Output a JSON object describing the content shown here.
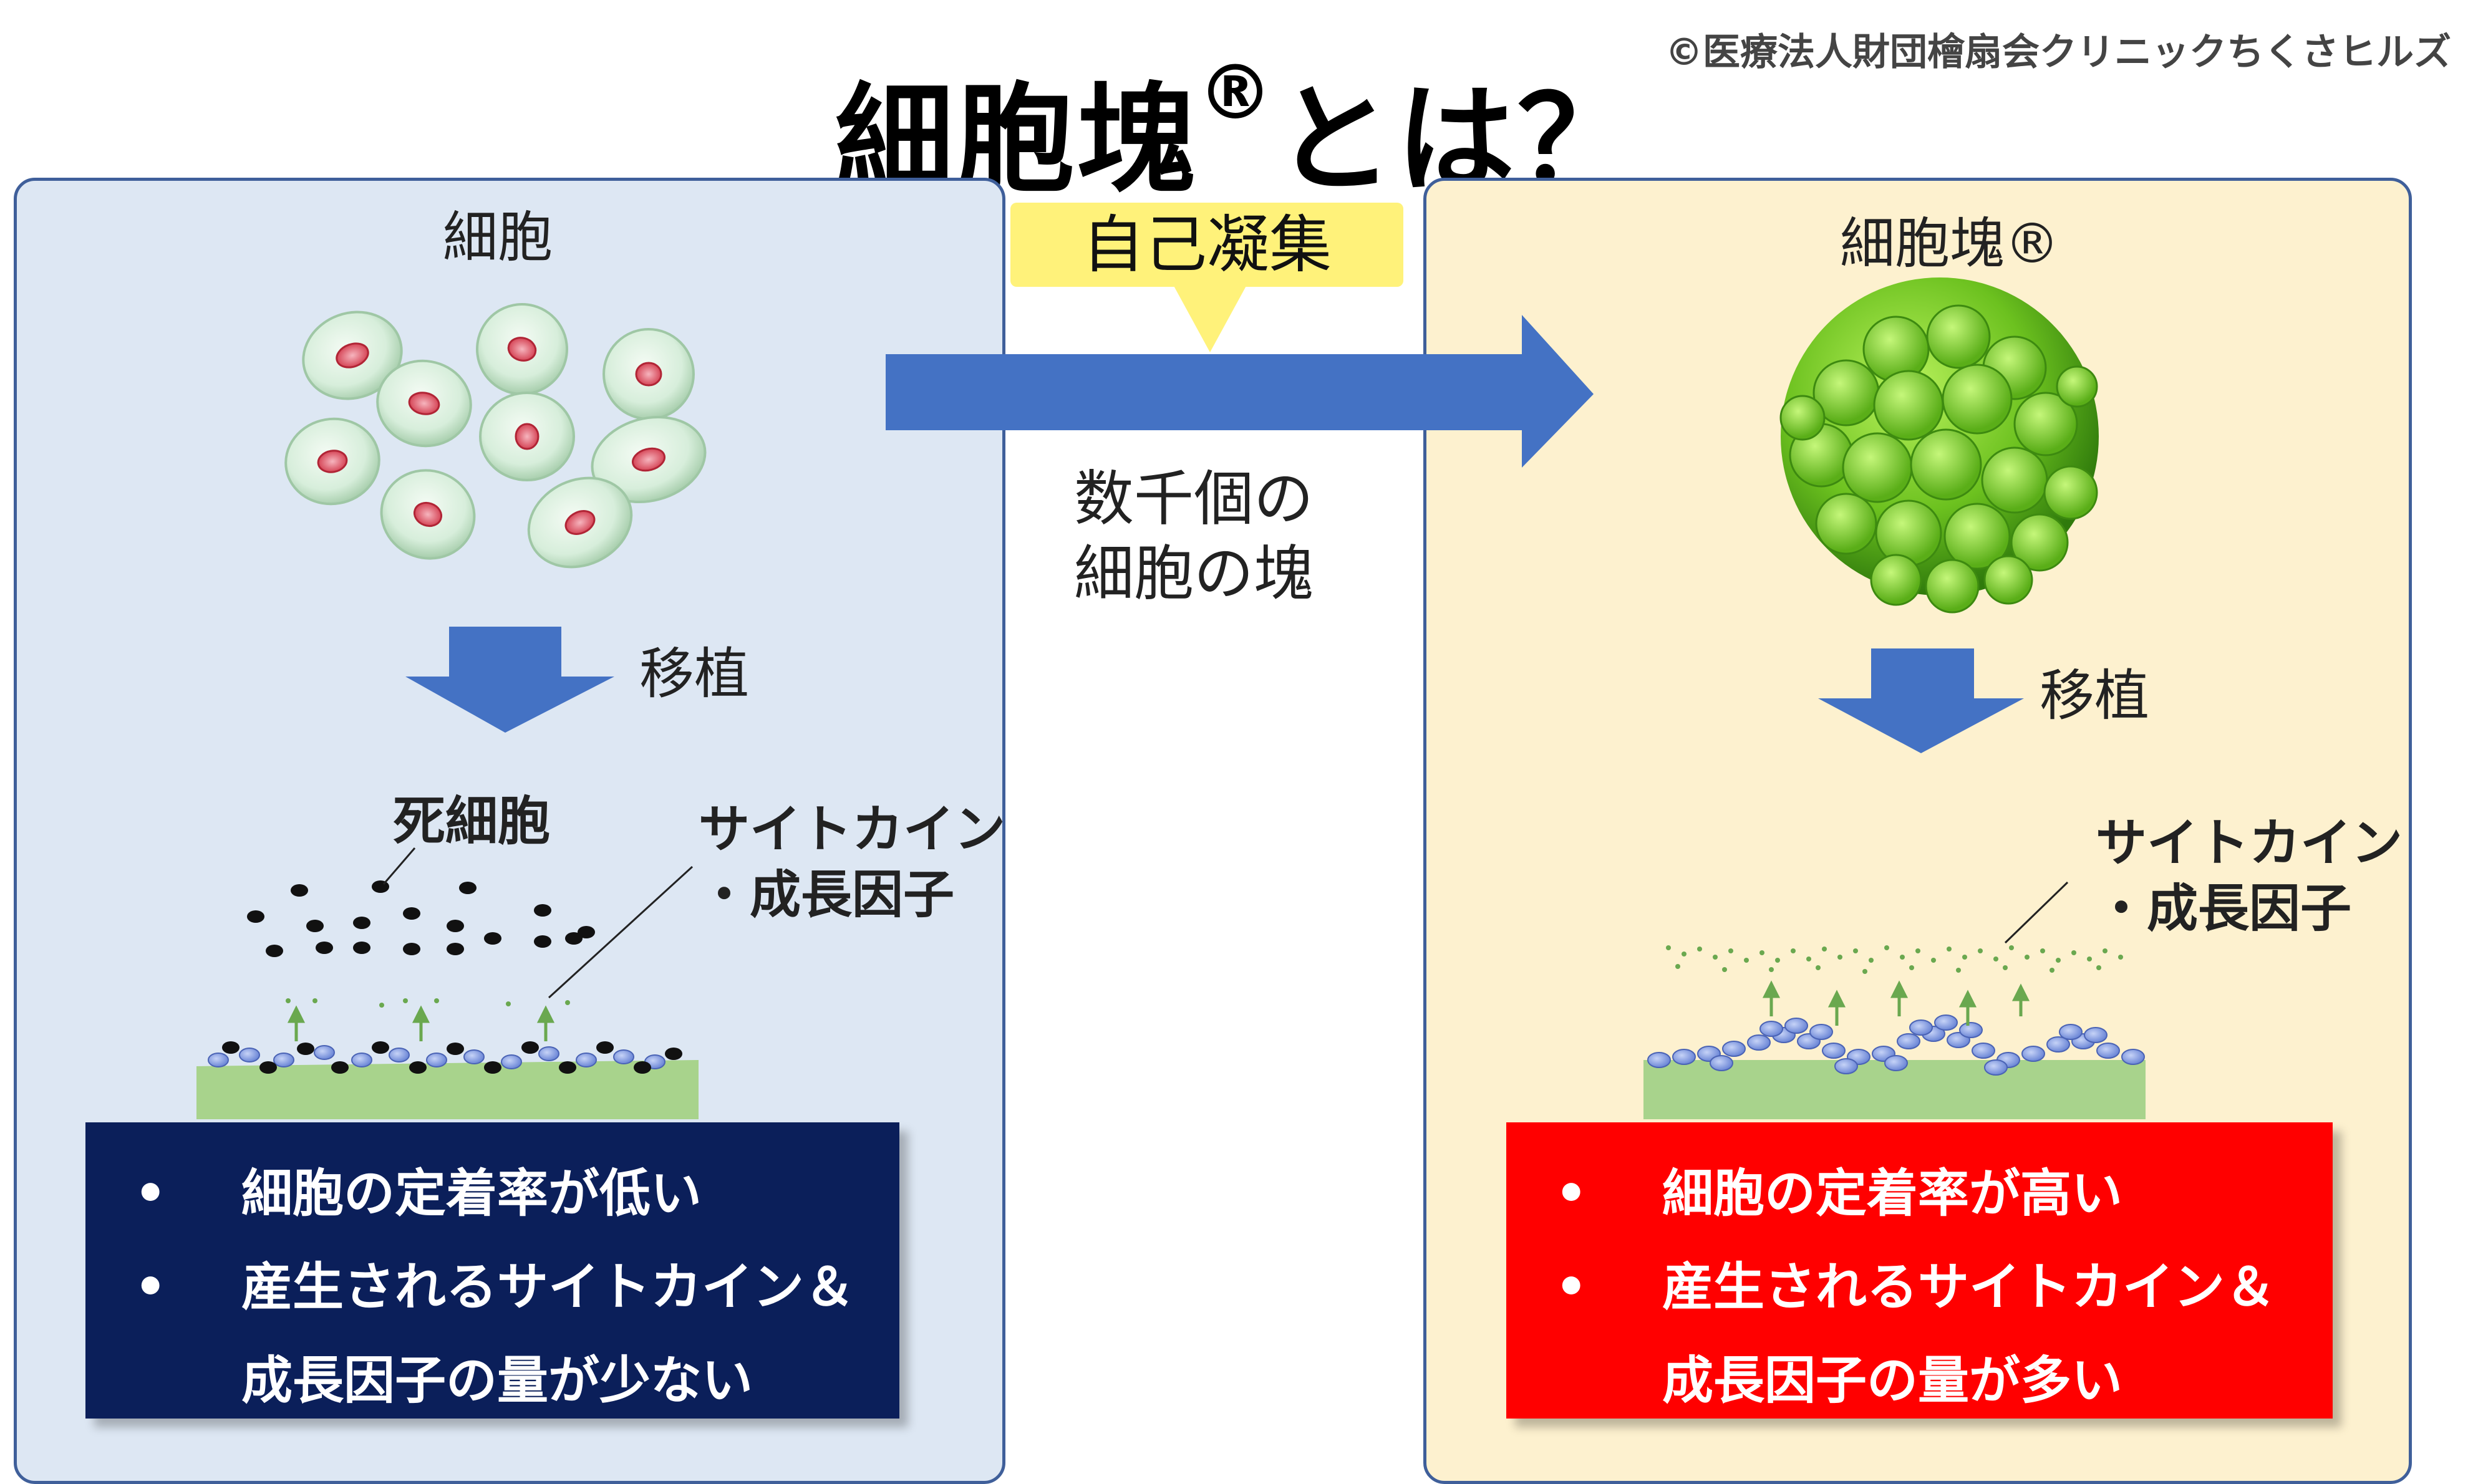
{
  "title": {
    "text": "細胞塊",
    "mark": "®",
    "suffix": "とは？"
  },
  "copyright": "©医療法人財団檜扇会クリニックちくさヒルズ",
  "left_panel": {
    "heading": "細胞",
    "arrow_label": "移植",
    "dead_cell_label": "死細胞",
    "cytokine_label_line1": "サイトカイン",
    "cytokine_label_line2": "・成長因子",
    "bullets": [
      "細胞の定着率が低い",
      "産生されるサイトカイン＆成長因子の量が少ない"
    ]
  },
  "middle": {
    "callout": "自己凝集",
    "caption_line1": "数千個の",
    "caption_line2": "細胞の塊"
  },
  "right_panel": {
    "heading": "細胞塊®",
    "arrow_label": "移植",
    "cytokine_label_line1": "サイトカイン",
    "cytokine_label_line2": "・成長因子",
    "bullets": [
      "細胞の定着率が高い",
      "産生されるサイトカイン＆成長因子の量が多い"
    ]
  },
  "colors": {
    "left_panel_bg": "#dde7f3",
    "right_panel_bg": "#fdf1cf",
    "arrow_blue": "#4472c4",
    "left_info_bg": "#0b1f5a",
    "right_info_bg": "#ff0000",
    "callout_bg": "#fff27a",
    "cluster_green": "#7ccd2a"
  }
}
